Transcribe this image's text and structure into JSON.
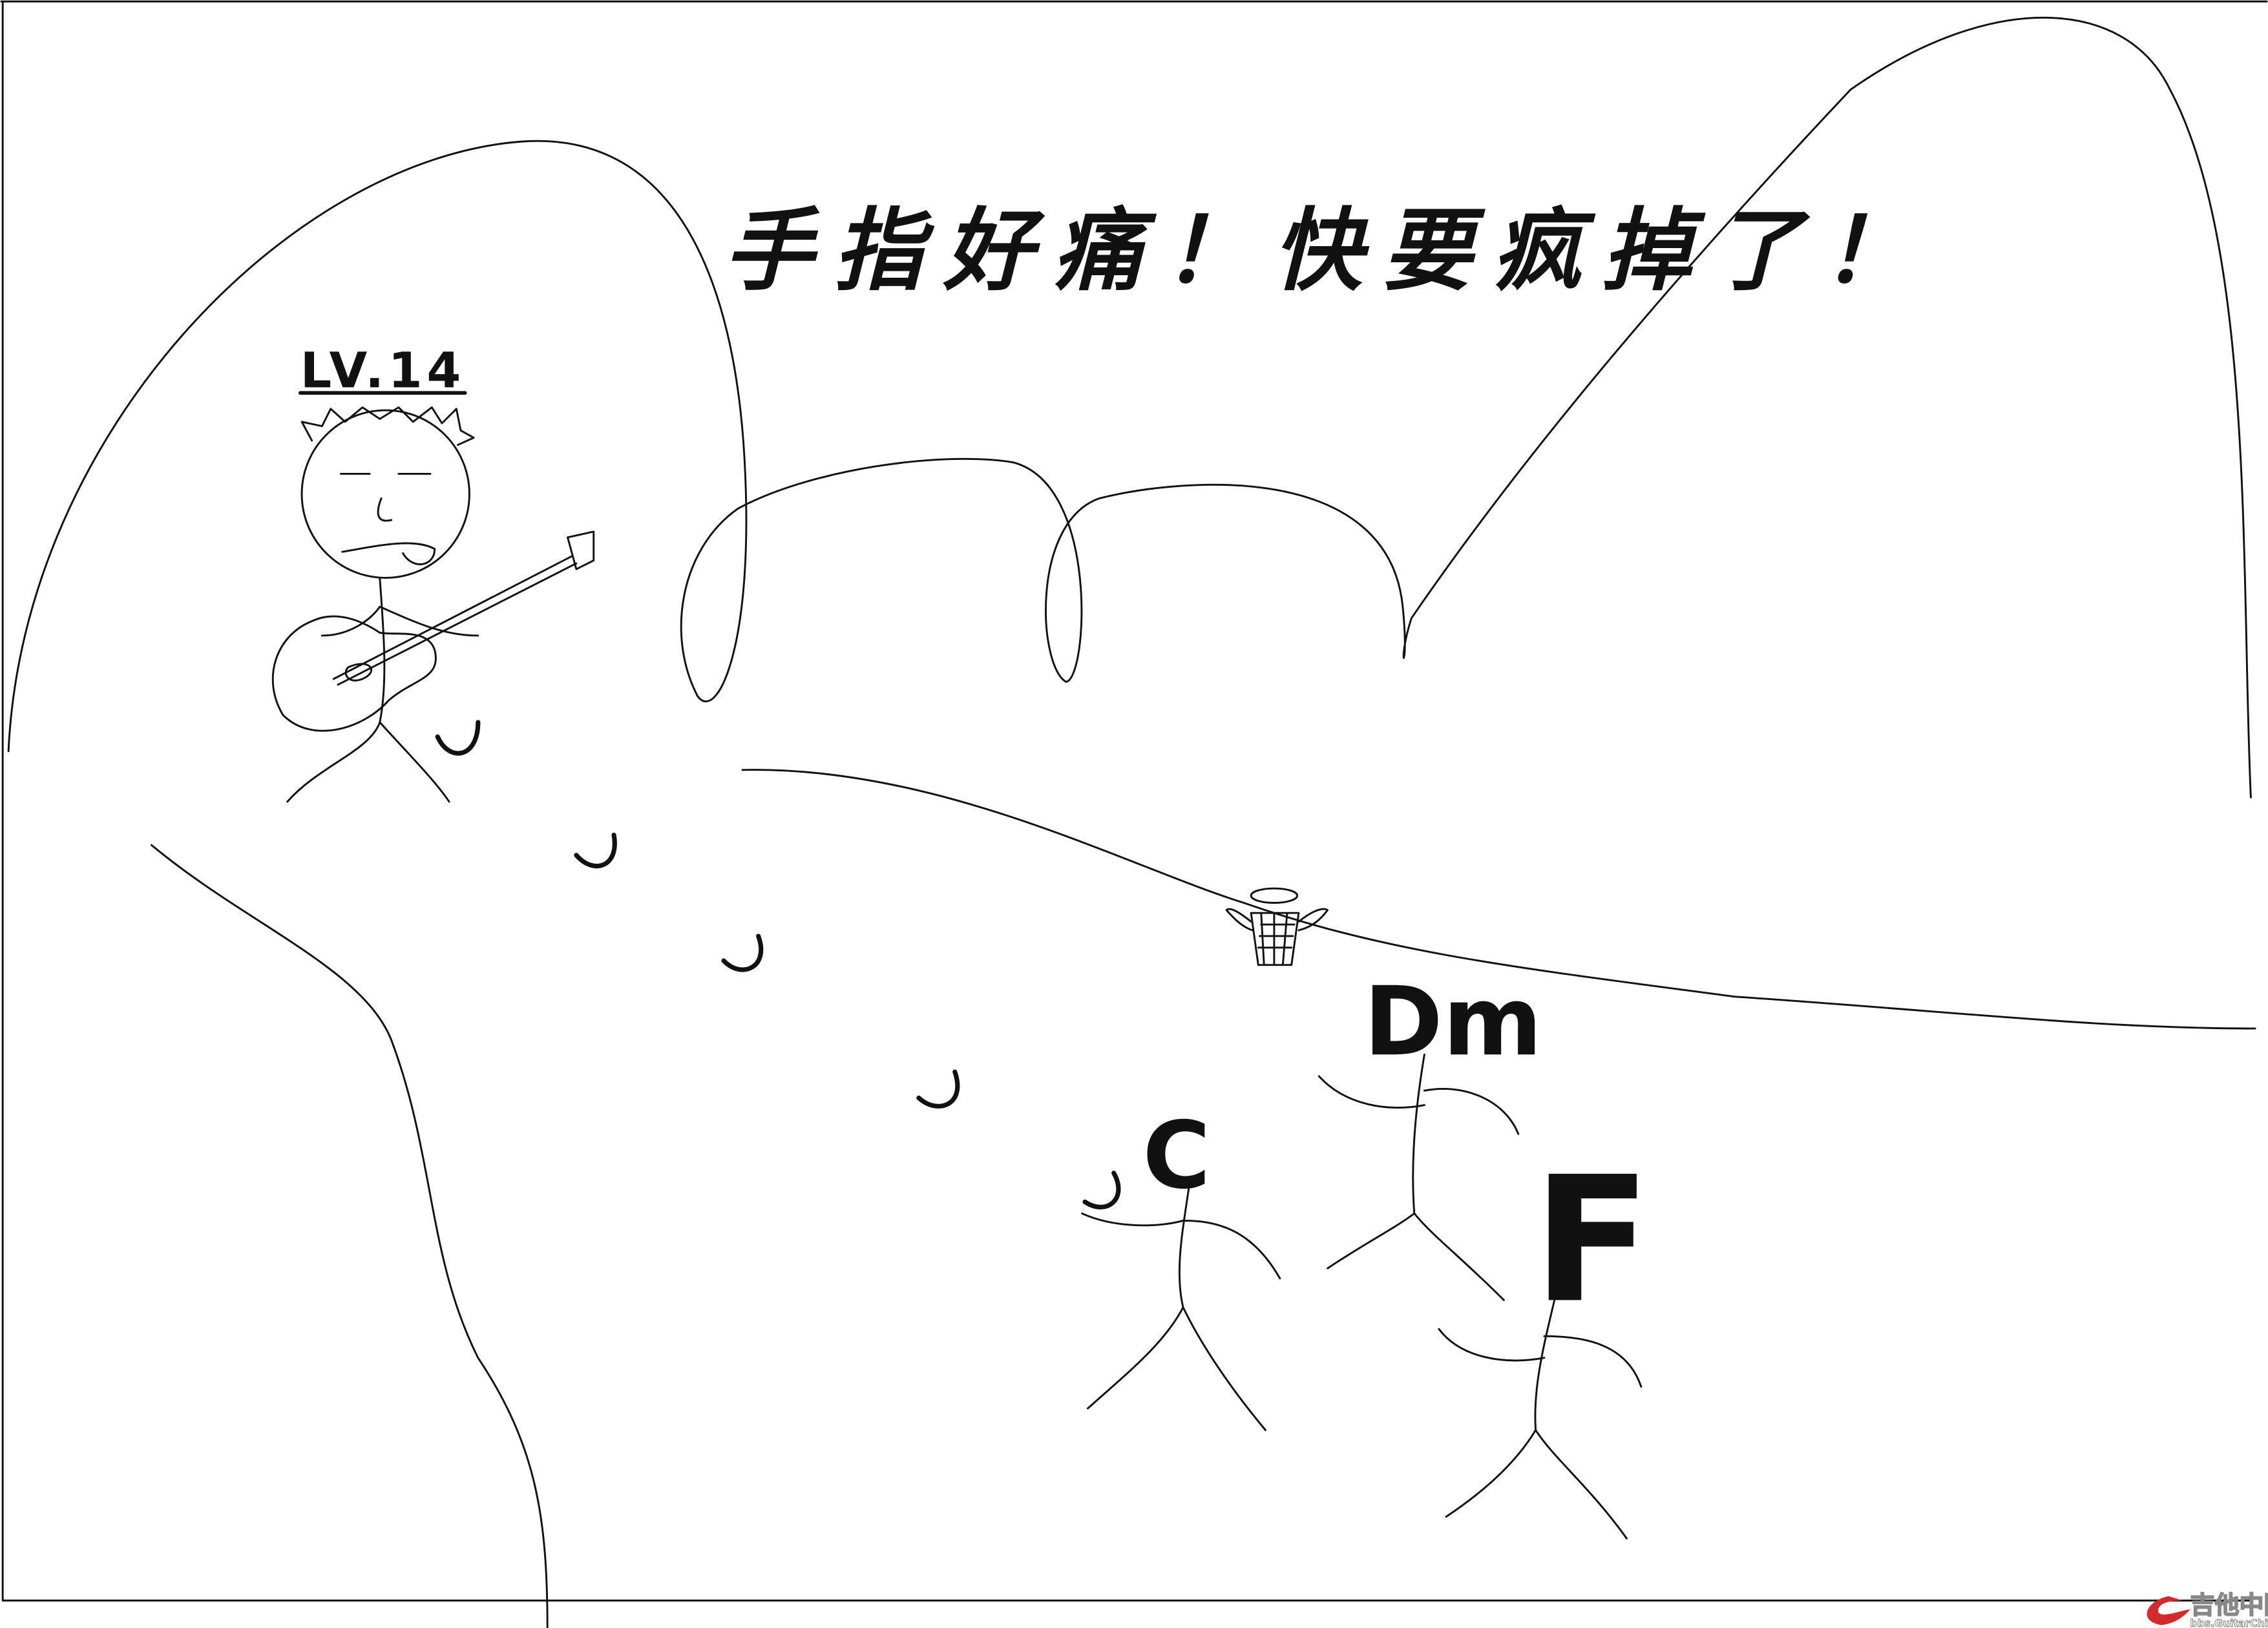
{
  "title_text": "手指好痛！快要疯掉了！",
  "level_label": "LV.14",
  "chords": {
    "c": "C",
    "dm": "Dm",
    "f": "F"
  },
  "watermark": {
    "name": "吉他中国",
    "url": "bbs.GuitarChina.com"
  },
  "colors": {
    "ink": "#111111",
    "watermark_red": "#d42a2a",
    "background": "#ffffff"
  }
}
